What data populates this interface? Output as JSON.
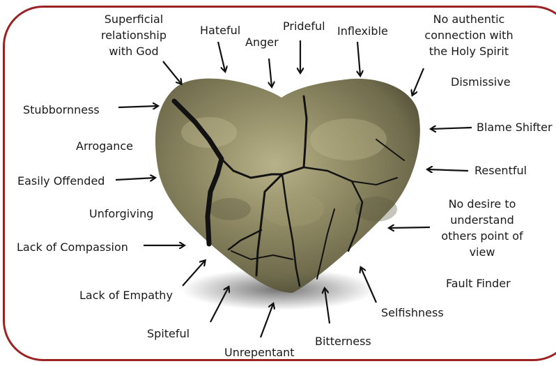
{
  "colors": {
    "frame": "#9b2222",
    "heart_stone": "#8f8a64",
    "crack": "#121212",
    "arrow": "#111111"
  },
  "labels": {
    "superficial_1": "Superficial",
    "superficial_2": "relationship",
    "superficial_3": "with God",
    "hateful": "Hateful",
    "anger": "Anger",
    "prideful": "Prideful",
    "inflexible": "Inflexible",
    "no_authentic_1": "No authentic",
    "no_authentic_2": "connection with",
    "no_authentic_3": "the Holy Spirit",
    "dismissive": "Dismissive",
    "stubbornness": "Stubbornness",
    "blame_shifter": "Blame Shifter",
    "arrogance": "Arrogance",
    "easily_offended": "Easily Offended",
    "resentful": "Resentful",
    "unforgiving": "Unforgiving",
    "no_desire_1": "No desire to",
    "no_desire_2": "understand",
    "no_desire_3": "others point of",
    "no_desire_4": "view",
    "lack_compassion": "Lack of Compassion",
    "fault_finder": "Fault Finder",
    "lack_empathy": "Lack of Empathy",
    "selfishness": "Selfishness",
    "spiteful": "Spiteful",
    "bitterness": "Bitterness",
    "unrepentant": "Unrepentant"
  }
}
